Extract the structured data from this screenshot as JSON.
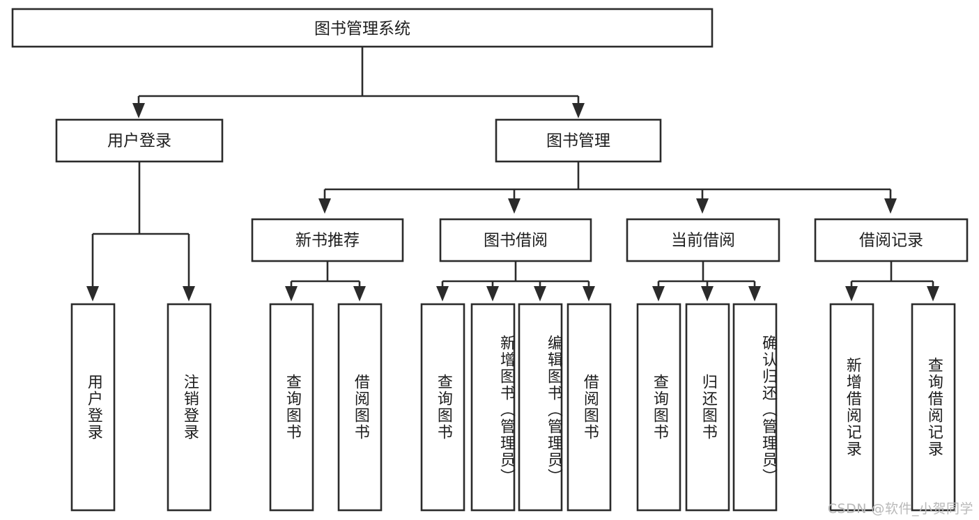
{
  "diagram": {
    "title": "图书管理系统",
    "type": "tree-hierarchy",
    "watermark": "CSDN @软件_小贺同学",
    "colors": {
      "background": "#ffffff",
      "stroke": "#2b2b2b",
      "box_fill": "#ffffff",
      "text": "#1d1d1d",
      "watermark": "#b9b9b9"
    },
    "root": {
      "label": "图书管理系统"
    },
    "level2": [
      {
        "label": "用户登录"
      },
      {
        "label": "图书管理"
      }
    ],
    "level3": [
      {
        "label": "新书推荐"
      },
      {
        "label": "图书借阅"
      },
      {
        "label": "当前借阅"
      },
      {
        "label": "借阅记录"
      }
    ],
    "leaves": {
      "user_login": [
        {
          "label": "用户登录"
        },
        {
          "label": "注销登录"
        }
      ],
      "new_book_recommend": [
        {
          "label": "查询图书"
        },
        {
          "label": "借阅图书"
        }
      ],
      "book_borrow": [
        {
          "label": "查询图书"
        },
        {
          "label": "新增图书（管理员）"
        },
        {
          "label": "编辑图书（管理员）"
        },
        {
          "label": "借阅图书"
        }
      ],
      "current_borrow": [
        {
          "label": "查询图书"
        },
        {
          "label": "归还图书"
        },
        {
          "label": "确认归还（管理员）"
        }
      ],
      "borrow_record": [
        {
          "label": "新增借阅记录"
        },
        {
          "label": "查询借阅记录"
        }
      ]
    }
  }
}
